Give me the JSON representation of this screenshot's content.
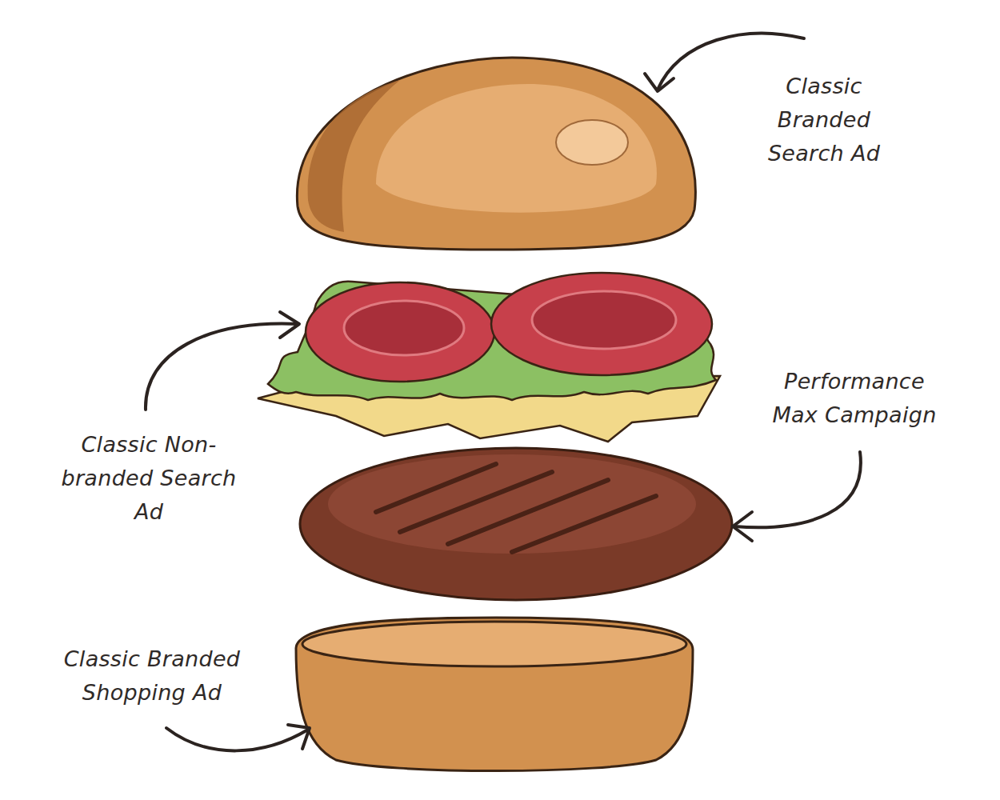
{
  "diagram": {
    "labels": [
      "Classic Branded Search Ad",
      "Classic Non-branded Search Ad",
      "Performance Max Campaign",
      "Classic Branded Shopping Ad"
    ]
  }
}
